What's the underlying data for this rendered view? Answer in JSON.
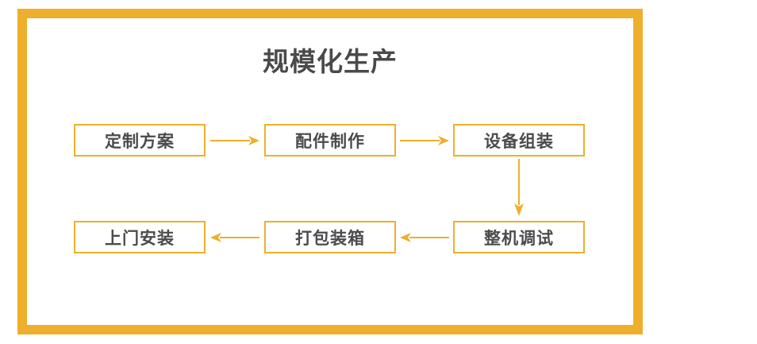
{
  "frame": {
    "accent_color": "#eeaf2c",
    "background_color": "#ffffff"
  },
  "title": "规模化生产",
  "title_color": "#4a4a4a",
  "diagram": {
    "type": "flowchart",
    "node_text_color": "#4b4b4b",
    "node_border_color": "#eeaf2c",
    "nodes": [
      {
        "id": "n1",
        "label": "定制方案",
        "row": "top",
        "col": 1
      },
      {
        "id": "n2",
        "label": "配件制作",
        "row": "top",
        "col": 2
      },
      {
        "id": "n3",
        "label": "设备组装",
        "row": "top",
        "col": 3
      },
      {
        "id": "n4",
        "label": "整机调试",
        "row": "bottom",
        "col": 3
      },
      {
        "id": "n5",
        "label": "打包装箱",
        "row": "bottom",
        "col": 2
      },
      {
        "id": "n6",
        "label": "上门安装",
        "row": "bottom",
        "col": 1
      }
    ],
    "edges": [
      {
        "from": "n1",
        "to": "n2",
        "direction": "right",
        "name": "arrow-custom-to-parts"
      },
      {
        "from": "n2",
        "to": "n3",
        "direction": "right",
        "name": "arrow-parts-to-assembly"
      },
      {
        "from": "n3",
        "to": "n4",
        "direction": "down",
        "name": "arrow-assembly-to-debug"
      },
      {
        "from": "n4",
        "to": "n5",
        "direction": "left",
        "name": "arrow-debug-to-packing"
      },
      {
        "from": "n5",
        "to": "n6",
        "direction": "left",
        "name": "arrow-packing-to-install"
      }
    ]
  }
}
